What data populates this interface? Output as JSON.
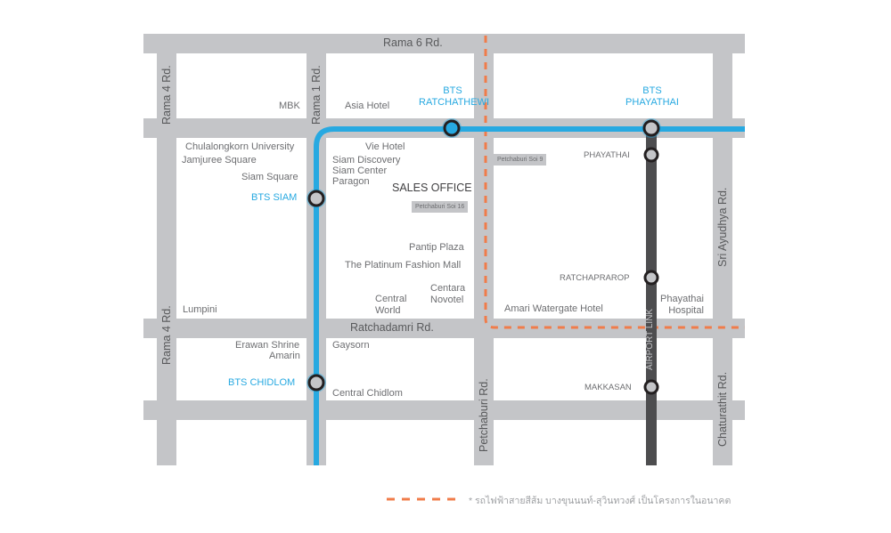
{
  "roads": {
    "rama6": "Rama 6 Rd.",
    "rama4_top": "Rama 4 Rd.",
    "rama4_bottom": "Rama 4 Rd.",
    "rama1": "Rama 1 Rd.",
    "ratchadamri": "Ratchadamri Rd.",
    "petchaburi": "Petchaburi Rd.",
    "sri_ayudhya": "Sri Ayudhya Rd.",
    "chaturathit": "Chaturathit Rd.",
    "petchaburi_soi_9": "Petchaburi Soi 9",
    "petchaburi_soi_16": "Petchaburi Soi 16"
  },
  "bts_stations": {
    "ratchathewi": [
      "BTS",
      "RATCHATHEWI"
    ],
    "phayathai": [
      "BTS",
      "PHAYATHAI"
    ],
    "siam": "BTS SIAM",
    "chidlom": "BTS CHIDLOM"
  },
  "airport_link": {
    "line_name": "AIRPORT LINK",
    "stations": [
      "PHAYATHAI",
      "RATCHAPRAROP",
      "MAKKASAN"
    ]
  },
  "landmarks": {
    "mbk": "MBK",
    "asia_hotel": "Asia Hotel",
    "chula": "Chulalongkorn University",
    "jamjuree": "Jamjuree Square",
    "siam_square": "Siam Square",
    "vie_hotel": "Vie Hotel",
    "siam_discovery": "Siam Discovery",
    "siam_center": "Siam Center",
    "paragon": "Paragon",
    "sales_office": "SALES OFFICE",
    "pantip": "Pantip Plaza",
    "platinum": "The Platinum Fashion Mall",
    "centara": [
      "Centara",
      "Novotel"
    ],
    "central_world": [
      "Central",
      "World"
    ],
    "lumpini": "Lumpini",
    "amari": "Amari Watergate Hotel",
    "phayathai_hospital": [
      "Phayathai",
      "Hospital"
    ],
    "erawan": "Erawan Shrine",
    "amarin": "Amarin",
    "gaysorn": "Gaysorn",
    "central_chidlom": "Central Chidlom"
  },
  "legend": {
    "text": "* รถไฟฟ้าสายสีส้ม บางขุนนนท์-สุวินทวงศ์ เป็นโครงการในอนาคต"
  },
  "colors": {
    "bts_line": "#27a9e1",
    "airport_link": "#4d4d4f",
    "orange_line": "#f07c4a",
    "road": "#c4c5c8"
  }
}
